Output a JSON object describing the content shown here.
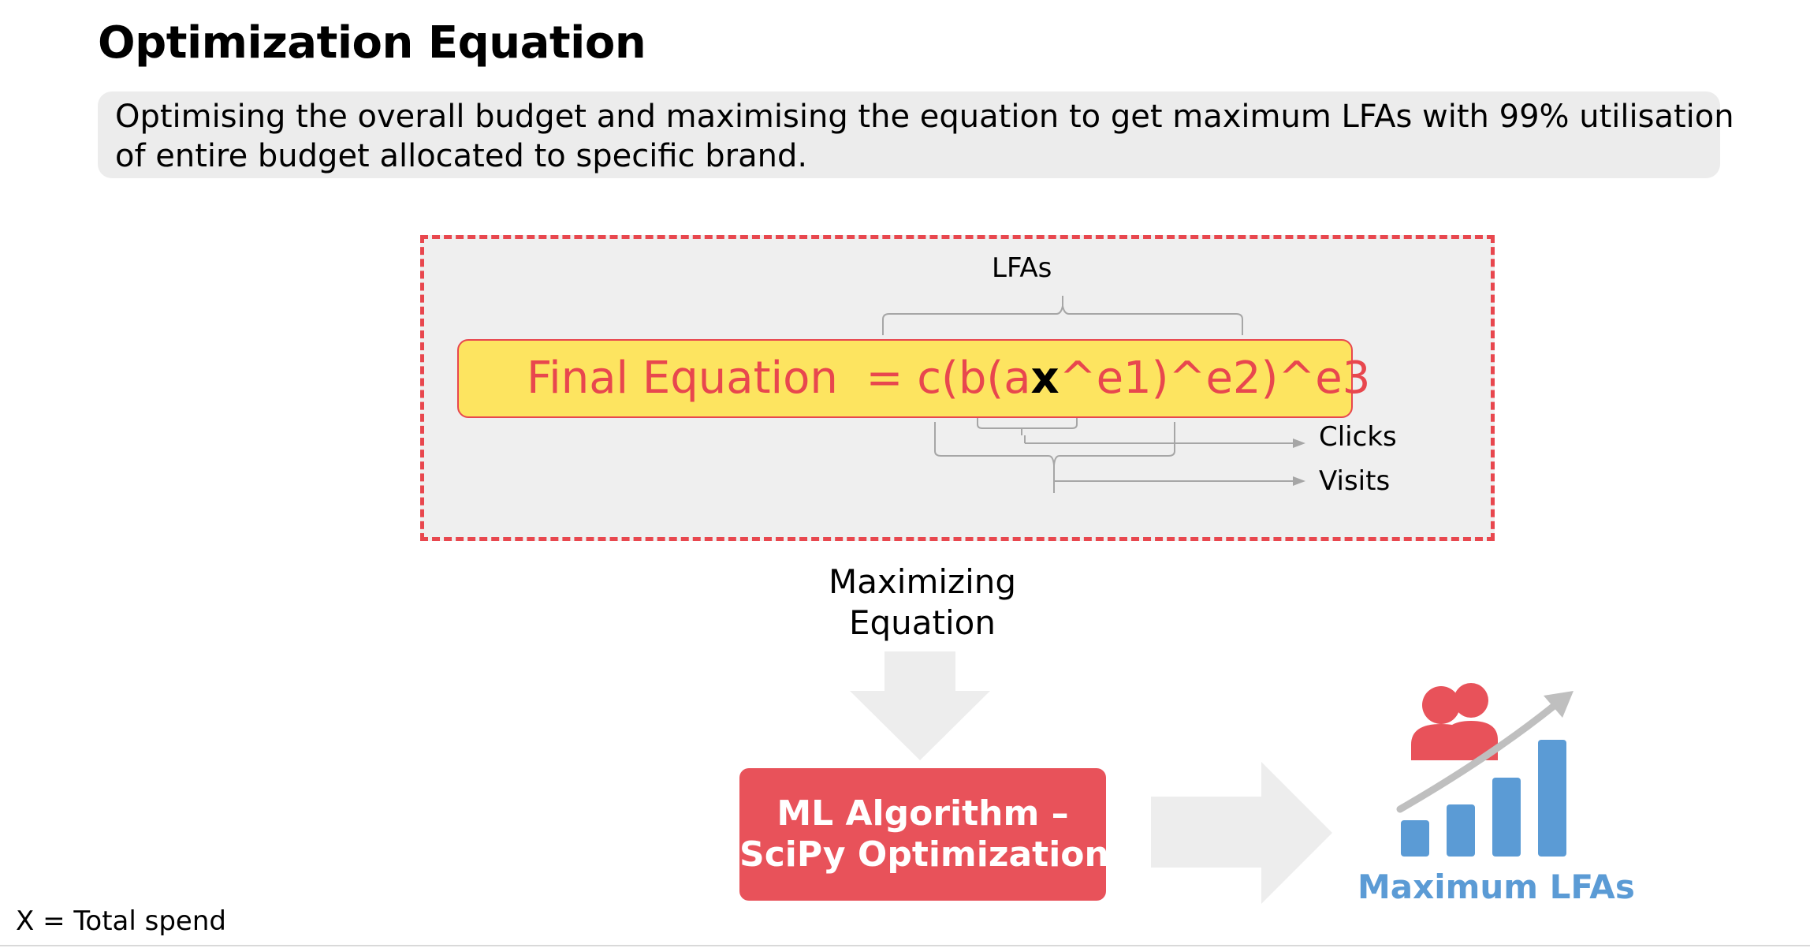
{
  "slide": {
    "title": "Optimization Equation",
    "description_line1": "Optimising the overall budget and maximising the equation to get maximum LFAs with 99% utilisation",
    "description_line2": "of entire budget allocated to specific brand."
  },
  "equation": {
    "prefix": "Final Equation  = c(b(a",
    "variable": "x",
    "suffix": "^e1)^e2)^e3"
  },
  "annotations": {
    "lfas": "LFAs",
    "clicks": "Clicks",
    "visits": "Visits"
  },
  "flow": {
    "maximizing_line1": "Maximizing",
    "maximizing_line2": "Equation",
    "algorithm_line1": "ML Algorithm –",
    "algorithm_line2": "SciPy Optimization",
    "result": "Maximum LFAs"
  },
  "footnote": "X = Total spend",
  "icons": [
    "down-arrow-icon",
    "right-arrow-icon",
    "people-icon",
    "growth-chart-icon"
  ],
  "colors": {
    "accent_red": "#e8474e",
    "equation_fill": "#fde460",
    "result_blue": "#5b9bd5",
    "arrow_gray": "#ededed"
  }
}
